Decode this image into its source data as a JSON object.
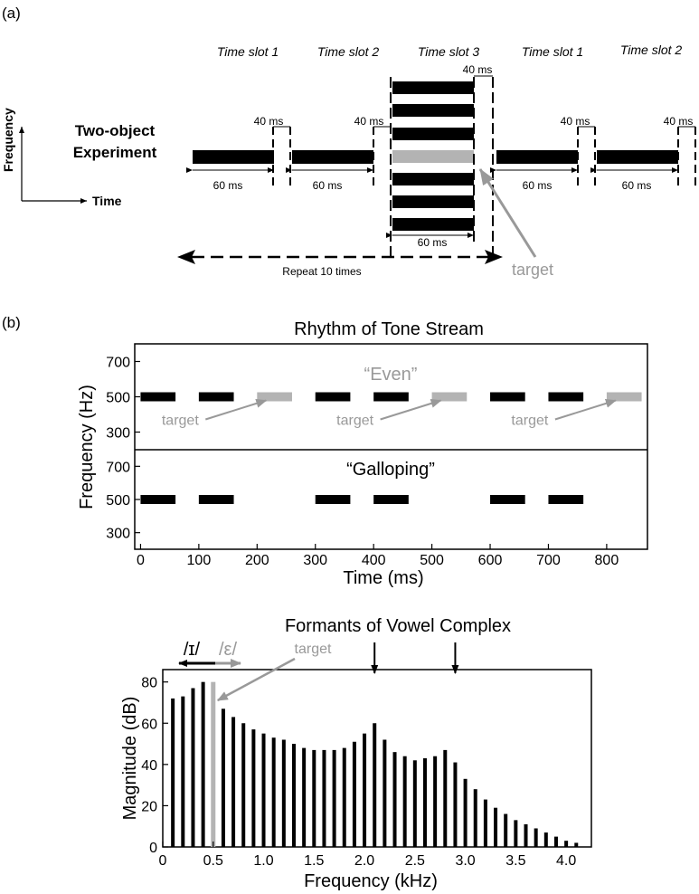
{
  "panel_a": {
    "label": "(a)",
    "axes": {
      "y_label": "Frequency",
      "x_label": "Time"
    },
    "experiment_title": [
      "Two-object",
      "Experiment"
    ],
    "slot_labels": [
      "Time slot 1",
      "Time slot 2",
      "Time slot 3",
      "Time slot 1",
      "Time slot 2"
    ],
    "gap_label": "40 ms",
    "tone_label": "60 ms",
    "repeat_label": "Repeat 10 times",
    "target_label": "target",
    "colors": {
      "tone": "#000000",
      "target": "#b3b3b3",
      "target_text": "#999999"
    }
  },
  "panel_b": {
    "label": "(b)",
    "chart_data": [
      {
        "type": "scatter",
        "title": "Rhythm of Tone Stream",
        "xlabel": "Time (ms)",
        "ylabel": "Frequency (Hz)",
        "xlim": [
          -10,
          870
        ],
        "ylim": [
          200,
          800
        ],
        "x_ticks": [
          "0",
          "100",
          "200",
          "300",
          "400",
          "500",
          "600",
          "700",
          "800"
        ],
        "y_ticks": [
          "300",
          "500",
          "700"
        ],
        "tone_duration_ms": 60,
        "subplots": [
          {
            "name": "“Even”",
            "tones": [
              {
                "start": 0,
                "freq": 500,
                "target": false
              },
              {
                "start": 100,
                "freq": 500,
                "target": false
              },
              {
                "start": 200,
                "freq": 500,
                "target": true
              },
              {
                "start": 300,
                "freq": 500,
                "target": false
              },
              {
                "start": 400,
                "freq": 500,
                "target": false
              },
              {
                "start": 500,
                "freq": 500,
                "target": true
              },
              {
                "start": 600,
                "freq": 500,
                "target": false
              },
              {
                "start": 700,
                "freq": 500,
                "target": false
              },
              {
                "start": 800,
                "freq": 500,
                "target": true
              }
            ],
            "annotation": "target"
          },
          {
            "name": "“Galloping”",
            "tones": [
              {
                "start": 0,
                "freq": 500,
                "target": false
              },
              {
                "start": 100,
                "freq": 500,
                "target": false
              },
              {
                "start": 300,
                "freq": 500,
                "target": false
              },
              {
                "start": 400,
                "freq": 500,
                "target": false
              },
              {
                "start": 600,
                "freq": 500,
                "target": false
              },
              {
                "start": 700,
                "freq": 500,
                "target": false
              }
            ]
          }
        ]
      },
      {
        "type": "bar",
        "title": "Formants of Vowel Complex",
        "xlabel": "Frequency (kHz)",
        "ylabel": "Magnitude (dB)",
        "xlim": [
          0,
          4.25
        ],
        "ylim": [
          0,
          86
        ],
        "x_ticks": [
          "0",
          "0.5",
          "1.0",
          "1.5",
          "2.0",
          "2.5",
          "3.0",
          "3.5",
          "4.0"
        ],
        "y_ticks": [
          "0",
          "20",
          "40",
          "60",
          "80"
        ],
        "x": [
          0.1,
          0.2,
          0.3,
          0.4,
          0.5,
          0.6,
          0.7,
          0.8,
          0.9,
          1.0,
          1.1,
          1.2,
          1.3,
          1.4,
          1.5,
          1.6,
          1.7,
          1.8,
          1.9,
          2.0,
          2.1,
          2.2,
          2.3,
          2.4,
          2.5,
          2.6,
          2.7,
          2.8,
          2.9,
          3.0,
          3.1,
          3.2,
          3.3,
          3.4,
          3.5,
          3.6,
          3.7,
          3.8,
          3.9,
          4.0,
          4.1
        ],
        "values": [
          72,
          73,
          77,
          80,
          80,
          67,
          63,
          60,
          57,
          55,
          53,
          52,
          50,
          48,
          47,
          47,
          47,
          48,
          51,
          55,
          60,
          52,
          46,
          44,
          42,
          43,
          44,
          47,
          41,
          33,
          28,
          23,
          19,
          16,
          13,
          11,
          9,
          7,
          5,
          3,
          2
        ],
        "target_x": 0.5,
        "formant_markers": [
          2.1,
          2.9
        ],
        "vowel_labels": [
          "/ɪ/",
          "/ε/"
        ],
        "annotation": "target"
      }
    ]
  }
}
